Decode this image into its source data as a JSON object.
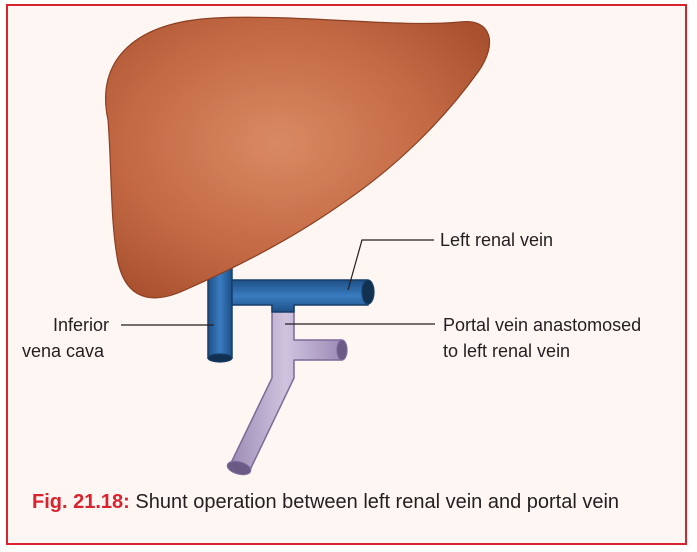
{
  "labels": {
    "left_renal_vein": "Left renal vein",
    "inferior_vena_cava_line1": "Inferior",
    "inferior_vena_cava_line2": "vena cava",
    "portal_vein_line1": "Portal vein anastomosed",
    "portal_vein_line2": "to left renal vein"
  },
  "caption": {
    "figure_number": "Fig. 21.18:",
    "text": "Shunt operation between left renal vein and portal vein"
  },
  "colors": {
    "border": "#d9232e",
    "liver": "#c46a45",
    "vena_cava_renal": "#2d6fa8",
    "portal_vein": "#b8a8cc",
    "caption_number": "#d9232e"
  }
}
